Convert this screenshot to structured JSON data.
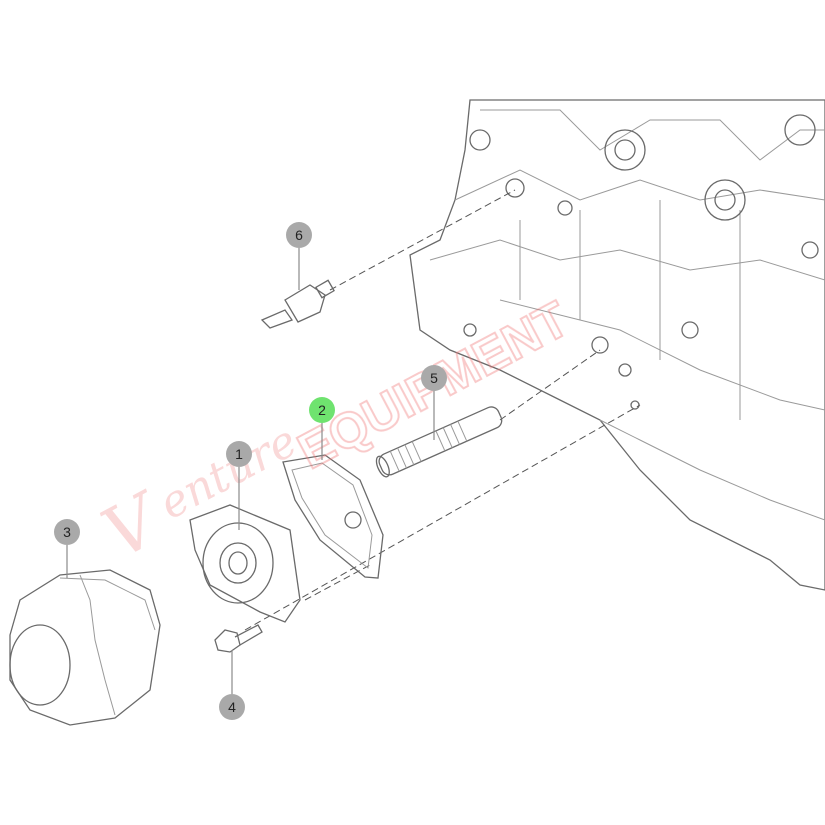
{
  "diagram": {
    "title": "Oil filter and oil pressure switch exploded view",
    "selected_callout": "2",
    "callouts": [
      {
        "label": "1",
        "part": "oil-filter-housing"
      },
      {
        "label": "2",
        "part": "gasket"
      },
      {
        "label": "3",
        "part": "oil-filter"
      },
      {
        "label": "4",
        "part": "bolt"
      },
      {
        "label": "5",
        "part": "oil-pipe-fitting"
      },
      {
        "label": "6",
        "part": "oil-pressure-switch"
      }
    ],
    "watermark": "Venture EQUIPMENT"
  },
  "colors": {
    "callout": "#a9a9a9",
    "selected": "#6fe36f",
    "watermark": "#f2a0a0",
    "line": "#6a6a6a"
  }
}
